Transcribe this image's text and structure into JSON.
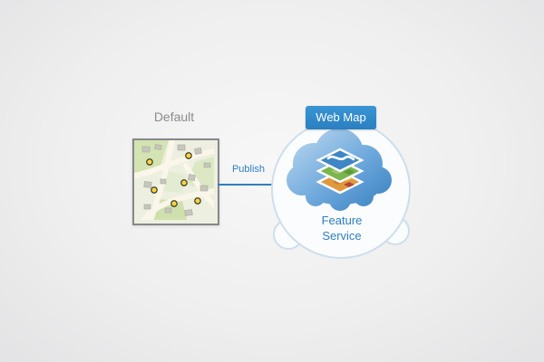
{
  "diagram": {
    "labels": {
      "map": "Default",
      "arrow": "Publish",
      "badge": "Web Map",
      "cloud": "Feature Service"
    },
    "icons": {
      "map_thumbnail": "street-map-with-point-markers",
      "arrow": "right-arrow",
      "cloud": "cloud",
      "layers": "stacked-map-layers"
    },
    "colors": {
      "accent_blue": "#2e7fc0",
      "badge_blue": "#2e89ca",
      "label_gray": "#8c8c8c",
      "circle_stroke": "#cfdeeb",
      "cloud_blue_light": "#aecfec",
      "cloud_blue_dark": "#4288c6",
      "layer_top_blue": "#3e86c6",
      "layer_mid_green": "#7ab54d",
      "layer_bottom_orange": "#e09a3c",
      "marker_yellow": "#ffd53e"
    }
  }
}
